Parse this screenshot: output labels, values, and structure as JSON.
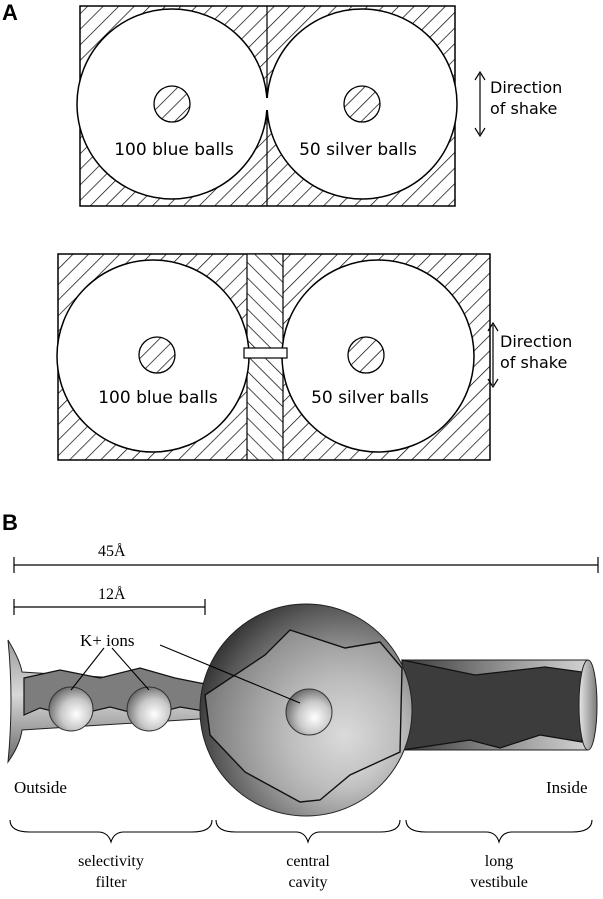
{
  "panel_a": {
    "letter": "A",
    "top_box": {
      "left_label": "100 blue balls",
      "right_label": "50 silver balls",
      "direction_line1": "Direction",
      "direction_line2": "of shake"
    },
    "bottom_box": {
      "left_label": "100 blue balls",
      "right_label": "50 silver balls",
      "direction_line1": "Direction",
      "direction_line2": "of shake"
    }
  },
  "panel_b": {
    "letter": "B",
    "scale_long": "45Å",
    "scale_short": "12Å",
    "ions_label": "K+ ions",
    "outside_label": "Outside",
    "inside_label": "Inside",
    "regions": [
      {
        "line1": "selectivity",
        "line2": "filter"
      },
      {
        "line1": "central",
        "line2": "cavity"
      },
      {
        "line1": "long",
        "line2": "vestibule"
      }
    ]
  }
}
